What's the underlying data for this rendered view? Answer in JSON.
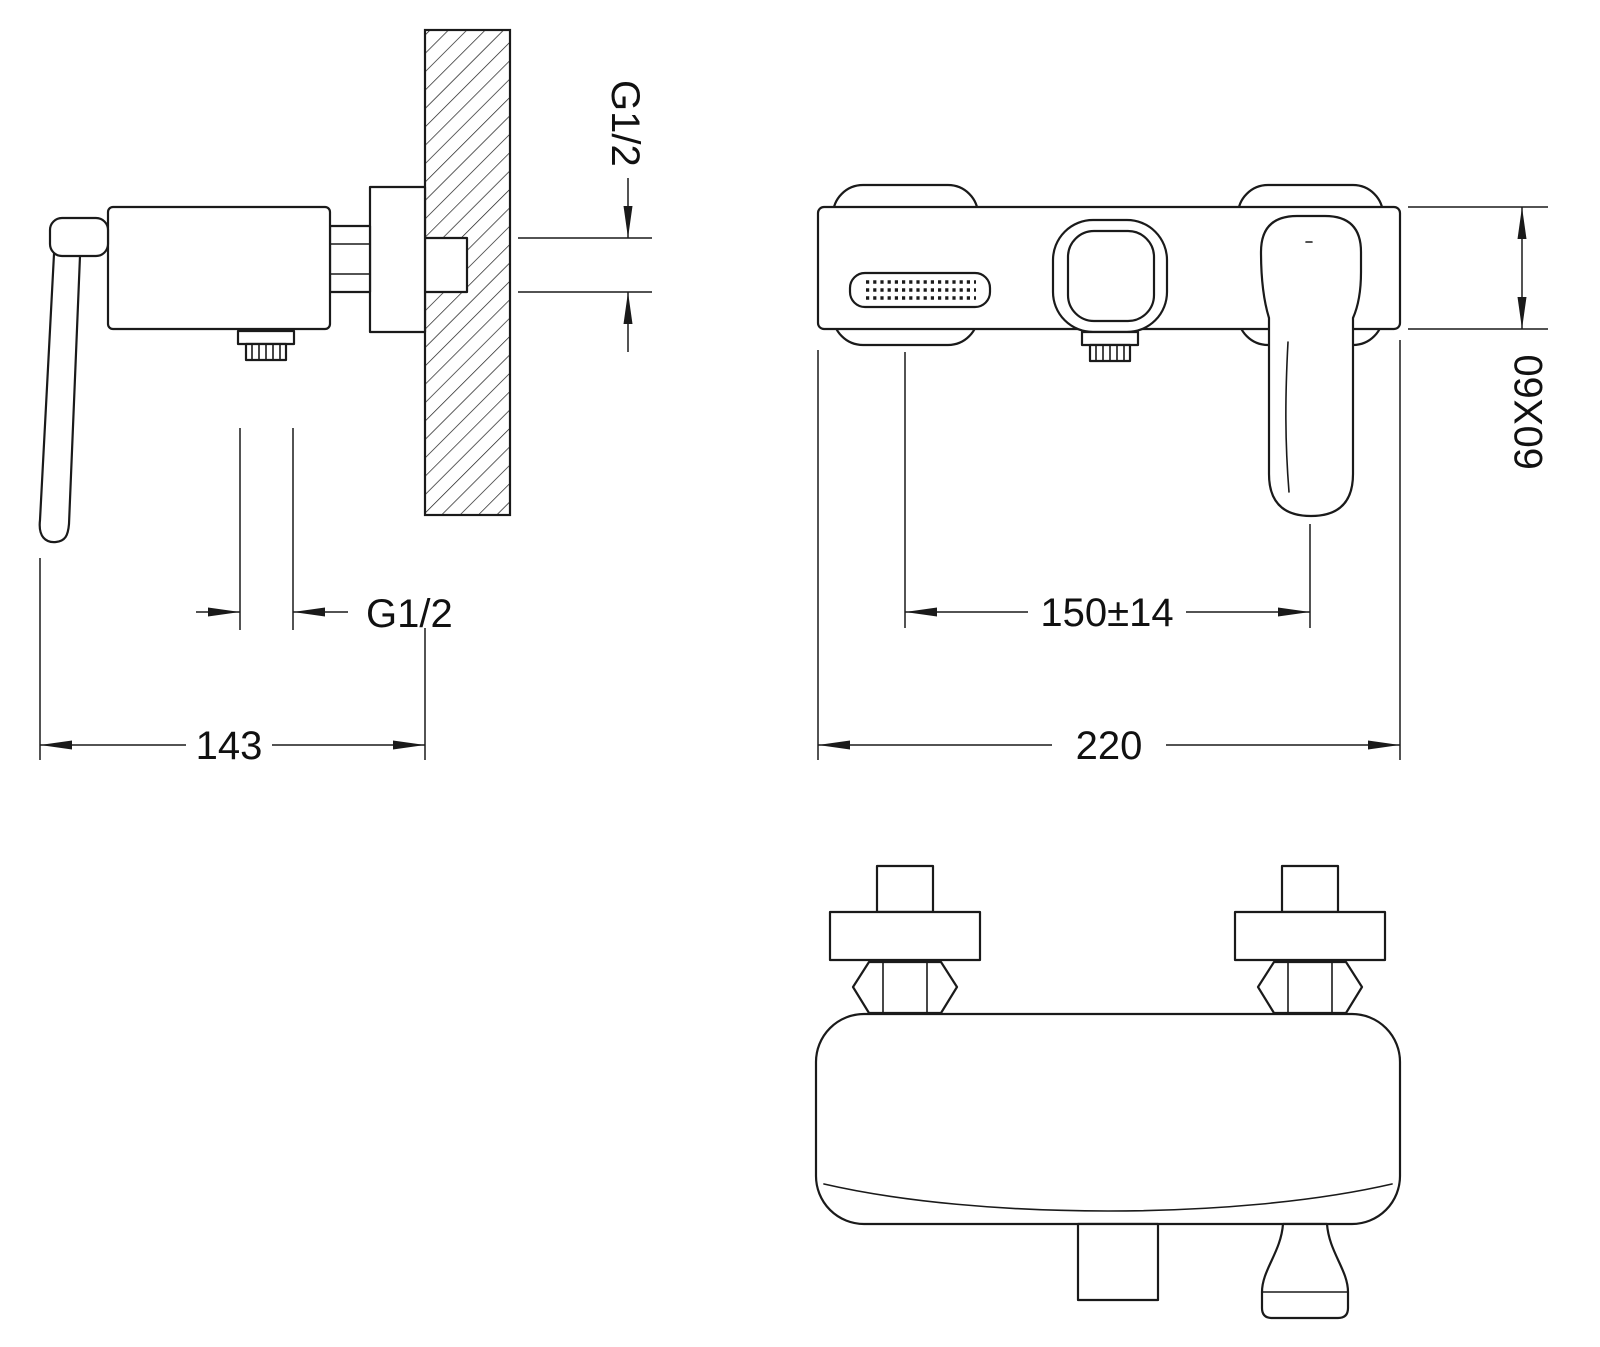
{
  "page": {
    "background": "#ffffff",
    "line_color": "#1a1a1a"
  },
  "views": {
    "side": {
      "dims": {
        "wall_thread": "G1/2",
        "outlet_thread": "G1/2",
        "projection_depth": "143"
      }
    },
    "front": {
      "dims": {
        "body_section": "60X60",
        "inlet_spacing": "150±14",
        "overall_width": "220"
      }
    }
  }
}
